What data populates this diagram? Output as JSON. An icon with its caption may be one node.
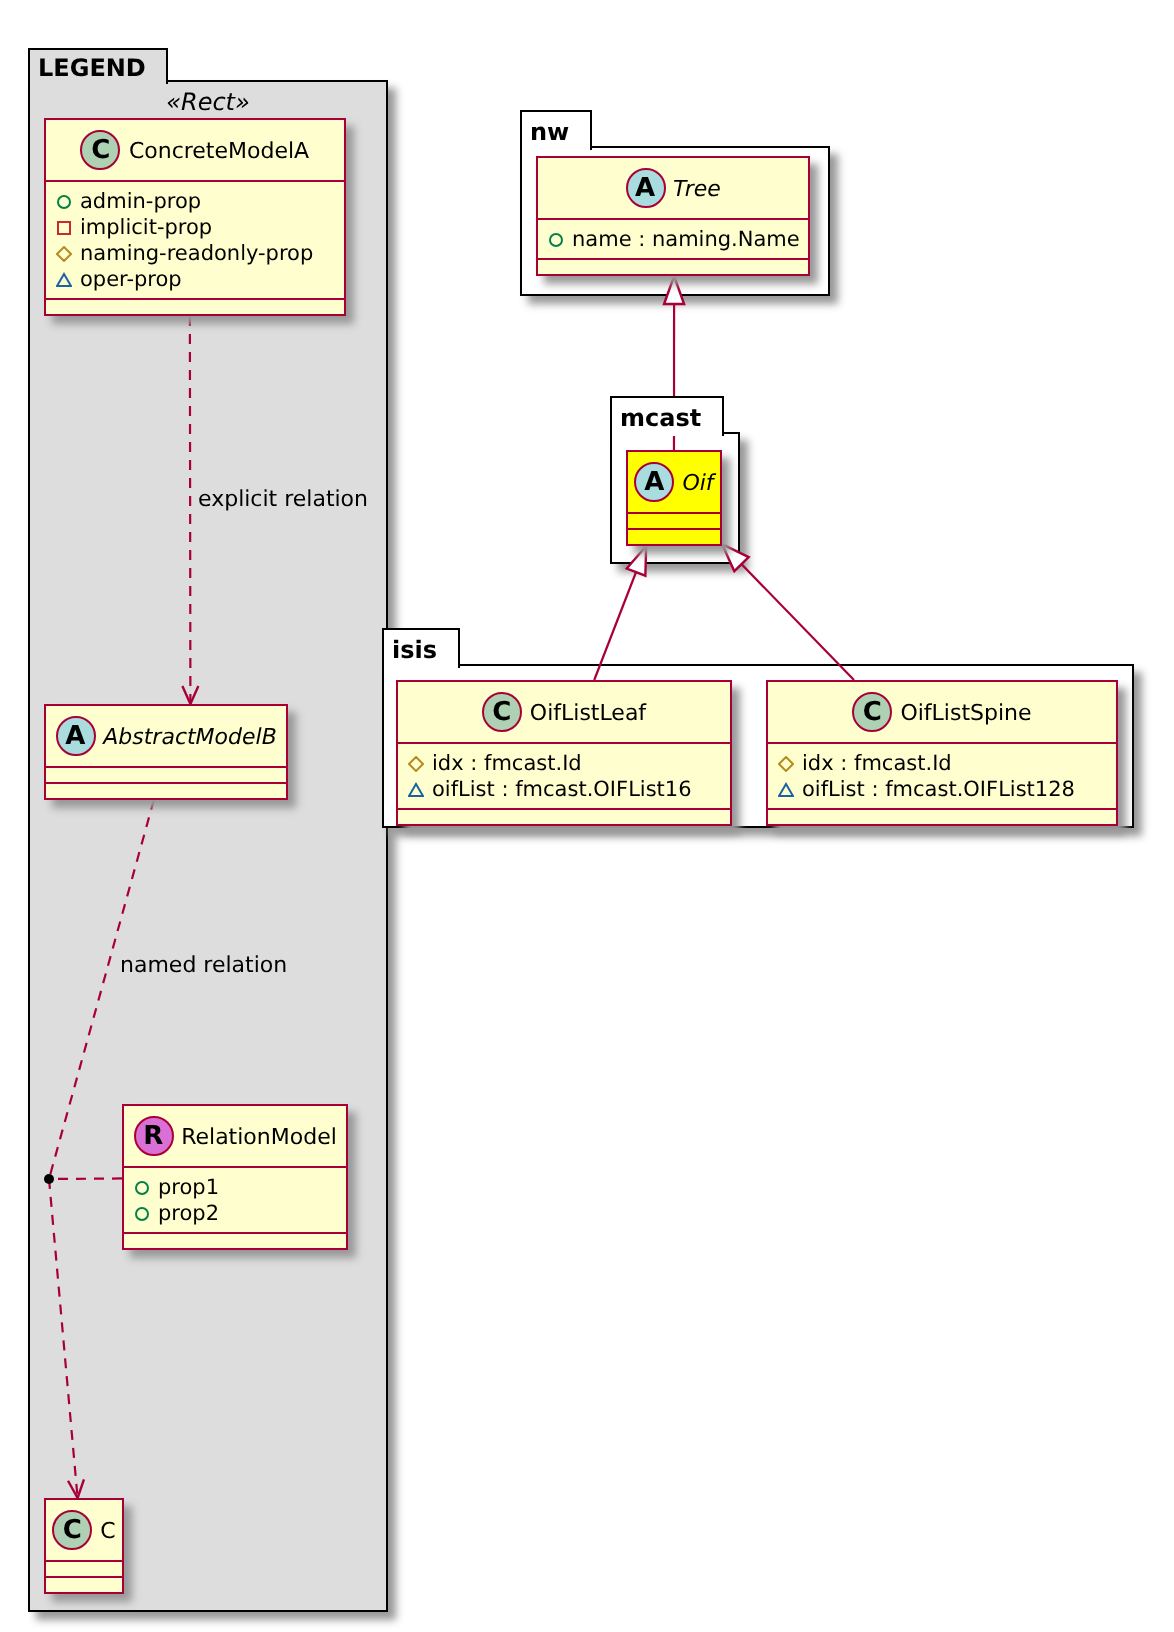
{
  "diagram": {
    "nodes": [
      {
        "text": [
          "LEGEND",
          "«Rect»"
        ]
      },
      {
        "text": [
          "C",
          "ConcreteModelA",
          "admin-prop",
          "implicit-prop",
          "naming-readonly-prop",
          "oper-prop"
        ],
        "in": 0
      },
      {
        "text": [
          "A",
          "AbstractModelB"
        ],
        "in": 0
      },
      {
        "text": [],
        "shape": "circle",
        "in": 0
      },
      {
        "text": [
          "R",
          "RelationModel",
          "prop1",
          "prop2"
        ],
        "in": 0
      },
      {
        "text": [
          "C",
          "C"
        ],
        "in": 0
      },
      {
        "text": [
          "nw"
        ]
      },
      {
        "text": [
          "A",
          "Tree",
          "name : naming.Name"
        ],
        "in": 6
      },
      {
        "text": [
          "mcast"
        ]
      },
      {
        "text": [
          "A",
          "Oif"
        ],
        "in": 8
      },
      {
        "text": [
          "isis"
        ]
      },
      {
        "text": [
          "C",
          "OifListLeaf",
          "idx : fmcast.Id",
          "oifList : fmcast.OIFList16"
        ],
        "in": 10
      },
      {
        "text": [
          "C",
          "OifListSpine",
          "idx : fmcast.Id",
          "oifList : fmcast.OIFList128"
        ],
        "in": 10
      }
    ],
    "edges": [
      {
        "from": 1,
        "to": 2,
        "arrow": "to",
        "style": "dashed",
        "label": "explicit relation"
      },
      {
        "from": 2,
        "to": 3,
        "arrow": "none",
        "style": "dashed",
        "label": "named relation"
      },
      {
        "from": 3,
        "to": 5,
        "arrow": "to",
        "style": "dashed"
      },
      {
        "from": 4,
        "to": 3,
        "arrow": "none",
        "style": "dashed"
      },
      {
        "from": 11,
        "to": 9,
        "arrow": "to"
      },
      {
        "from": 12,
        "to": 9,
        "arrow": "to"
      },
      {
        "from": 9,
        "to": 7,
        "arrow": "to"
      }
    ]
  }
}
